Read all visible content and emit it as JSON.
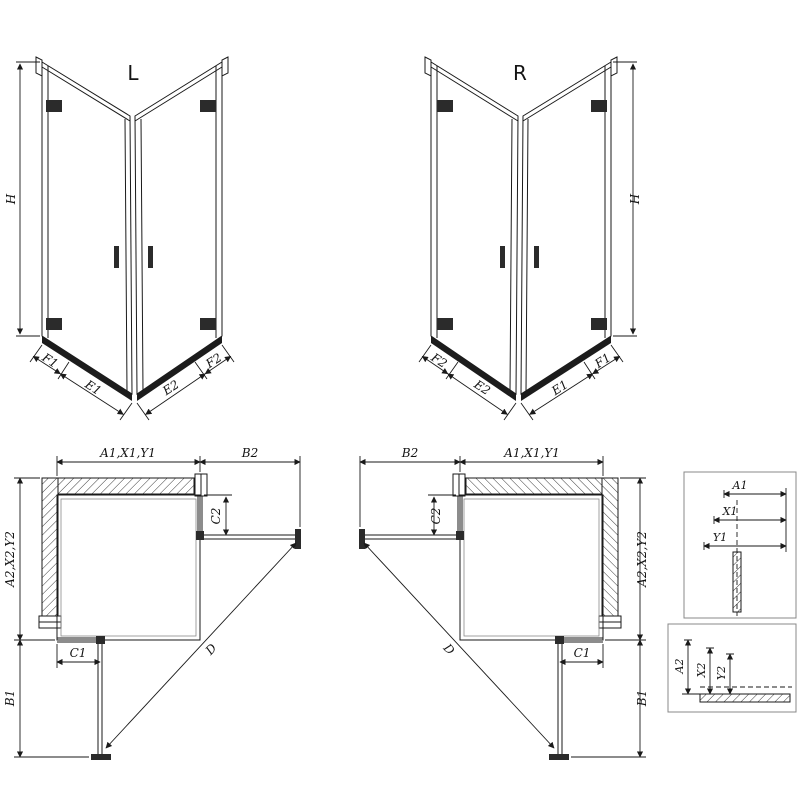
{
  "front_left": {
    "title": "L",
    "h": "H",
    "f1": "F1",
    "e1": "E1",
    "e2": "E2",
    "f2": "F2"
  },
  "front_right": {
    "title": "R",
    "h": "H",
    "f1": "F1",
    "e1": "E1",
    "e2": "E2",
    "f2": "F2"
  },
  "plan_left": {
    "a1": "A1,X1,Y1",
    "b2": "B2",
    "c2": "C2",
    "a2": "A2,X2,Y2",
    "b1": "B1",
    "c1": "C1",
    "d": "D"
  },
  "plan_right": {
    "a1": "A1,X1,Y1",
    "b2": "B2",
    "c2": "C2",
    "a2": "A2,X2,Y2",
    "b1": "B1",
    "c1": "C1",
    "d": "D"
  },
  "detail_top": {
    "a1": "A1",
    "x1": "X1",
    "y1": "Y1"
  },
  "detail_bottom": {
    "a2": "A2",
    "x2": "X2",
    "y2": "Y2"
  }
}
